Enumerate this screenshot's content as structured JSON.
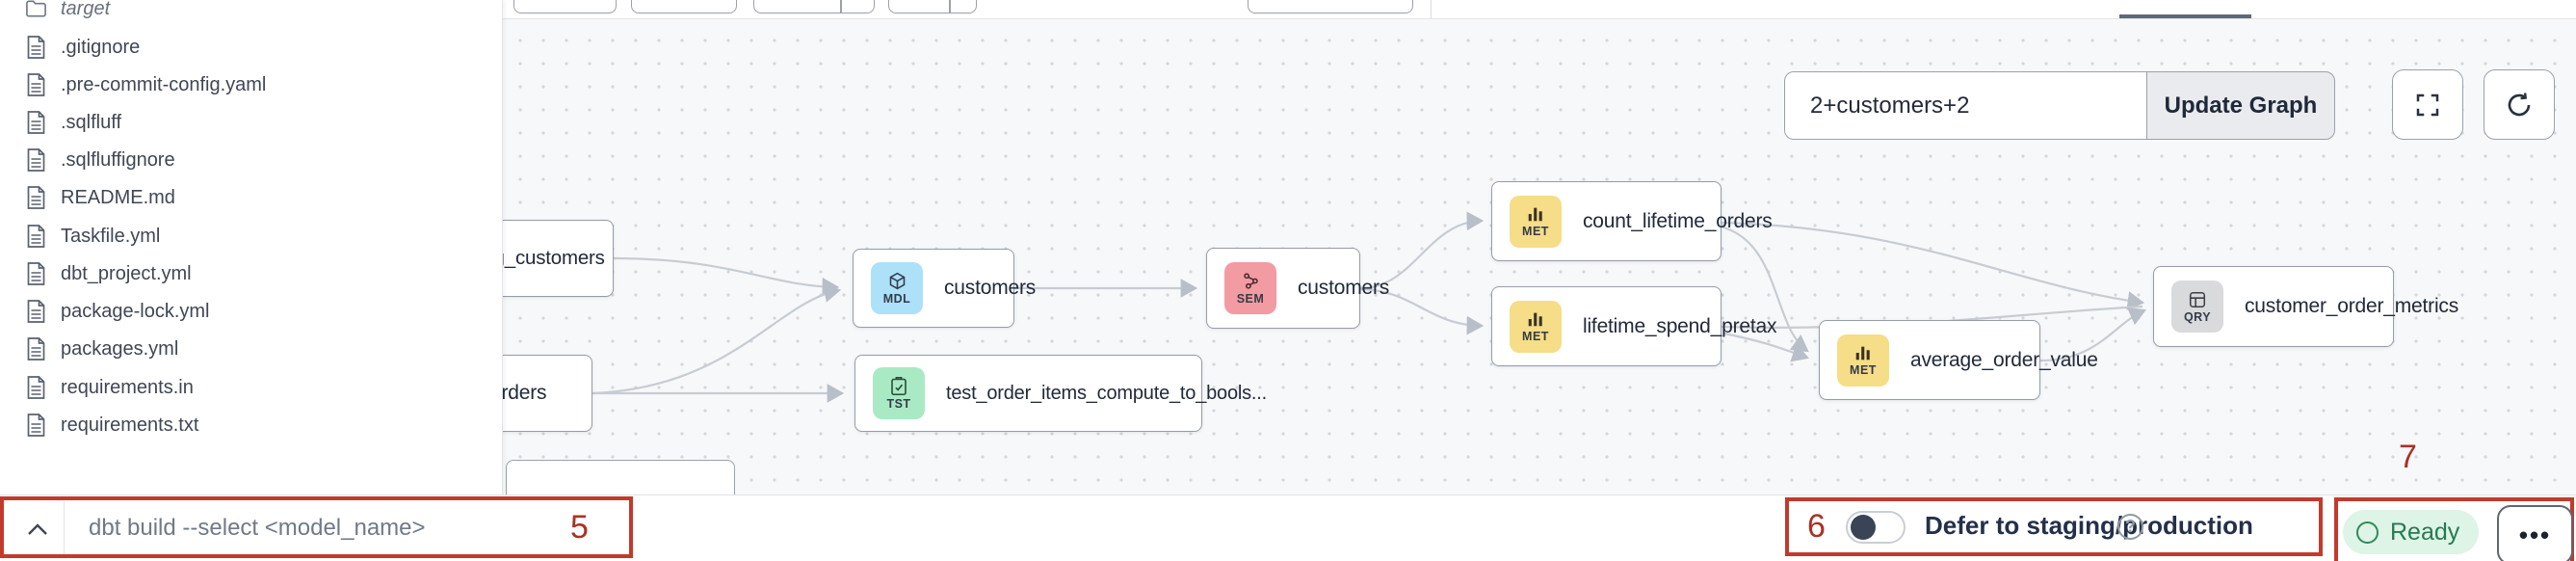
{
  "sidebar": {
    "folder": {
      "name": "target"
    },
    "files": [
      {
        "name": ".gitignore"
      },
      {
        "name": ".pre-commit-config.yaml"
      },
      {
        "name": ".sqlfluff"
      },
      {
        "name": ".sqlfluffignore"
      },
      {
        "name": "README.md"
      },
      {
        "name": "Taskfile.yml"
      },
      {
        "name": "dbt_project.yml"
      },
      {
        "name": "package-lock.yml"
      },
      {
        "name": "packages.yml"
      },
      {
        "name": "requirements.in"
      },
      {
        "name": "requirements.txt"
      }
    ]
  },
  "canvas": {
    "selector_value": "2+customers+2",
    "update_button_label": "Update Graph",
    "nodes": [
      {
        "label": "stg_customers",
        "badge": ""
      },
      {
        "label": "orders",
        "badge": ""
      },
      {
        "label": "customers",
        "badge": "MDL"
      },
      {
        "label": "test_order_items_compute_to_bools...",
        "badge": "TST"
      },
      {
        "label": "customers",
        "badge": "SEM"
      },
      {
        "label": "count_lifetime_orders",
        "badge": "MET"
      },
      {
        "label": "lifetime_spend_pretax",
        "badge": "MET"
      },
      {
        "label": "average_order_value",
        "badge": "MET"
      },
      {
        "label": "customer_order_metrics",
        "badge": "QRY"
      }
    ],
    "badge_colors": {
      "MDL": "#ade0f9",
      "SEM": "#f29ba2",
      "MET": "#f6dd87",
      "TST": "#a9eac4",
      "QRY": "#d9dadc"
    }
  },
  "bottom_bar": {
    "command_placeholder": "dbt build --select <model_name>",
    "defer_label": "Defer to staging/production",
    "status_label": "Ready",
    "more_icon": "•••"
  },
  "annotations": {
    "five": "5",
    "six": "6",
    "seven": "7",
    "box_color": "#c23a2c"
  }
}
